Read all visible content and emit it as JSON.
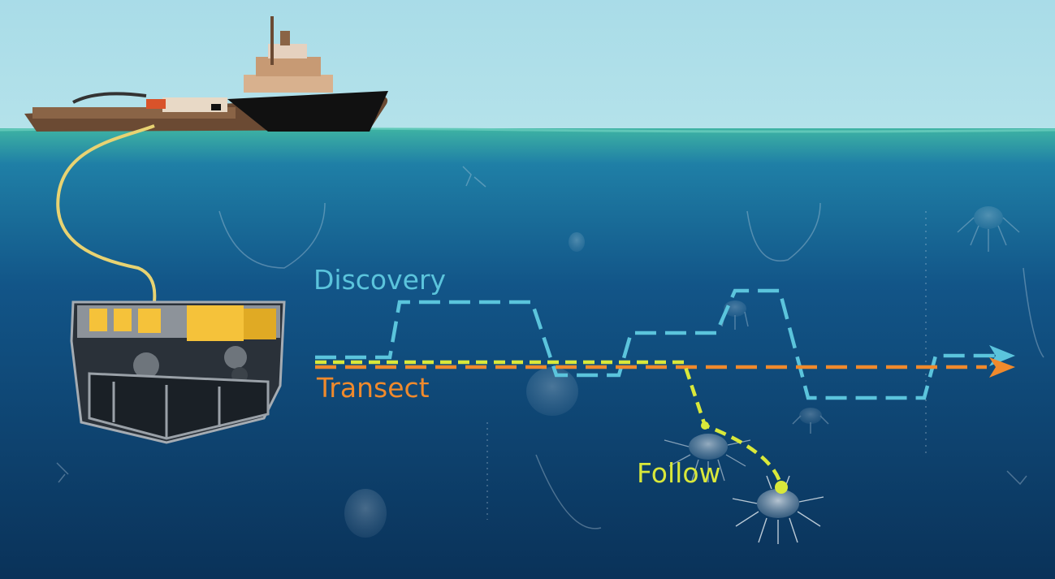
{
  "labels": {
    "discovery": "Discovery",
    "transect": "Transect",
    "follow": "Follow"
  },
  "colors": {
    "sky": "#a8dbe6",
    "sea_surface": "#3eb3a3",
    "sea_deep": "#0b3a5e",
    "discovery": "#5bc4dc",
    "transect": "#f08a2c",
    "follow": "#d9e83a",
    "tether": "#e8d372",
    "rov_yellow": "#f5c23a"
  },
  "icons": [
    "ship-icon",
    "rov-icon",
    "jellyfish-icon",
    "arrow-head-icon"
  ]
}
